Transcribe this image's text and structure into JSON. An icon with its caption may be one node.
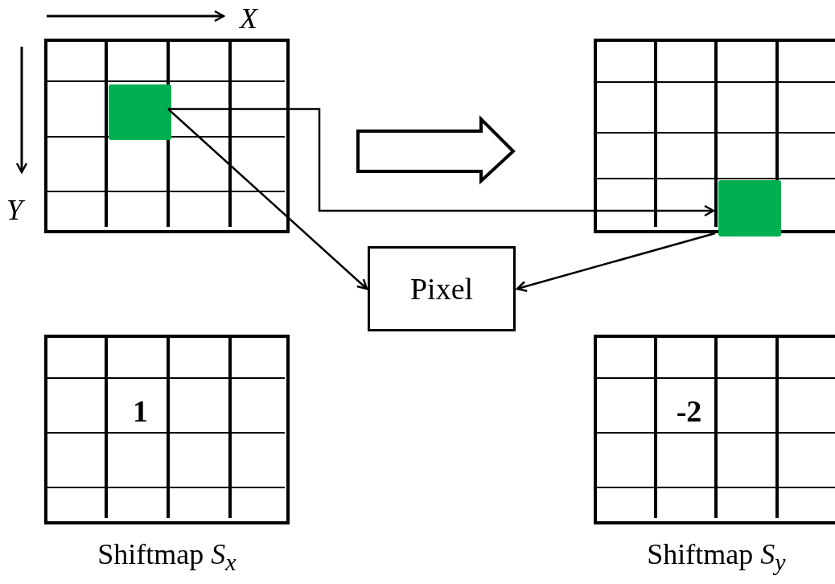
{
  "diagram": {
    "nodes": [
      {
        "text": [],
        "shape": "box"
      },
      {
        "text": [],
        "shape": "box",
        "in": 0
      },
      {
        "text": [],
        "shape": "box"
      },
      {
        "text": [],
        "shape": "box",
        "in": 2
      },
      {
        "text": [
          "Pixel"
        ]
      },
      {
        "text": [
          "1"
        ],
        "beside": [
          "Shiftmap *S*$_{x}$"
        ]
      },
      {
        "text": [
          "-2"
        ],
        "beside": [
          "Shiftmap *S*$_{y}$"
        ]
      }
    ],
    "edges": [
      {
        "from": 1,
        "to": 3,
        "arrow": "to"
      },
      {
        "from": 1,
        "to": 4,
        "arrow": "to"
      },
      {
        "from": 3,
        "to": 4,
        "arrow": "to"
      },
      {
        "from": 0,
        "to": 2,
        "arrow": "to",
        "style": "thick"
      }
    ],
    "labels": [
      "X",
      "Y"
    ]
  }
}
